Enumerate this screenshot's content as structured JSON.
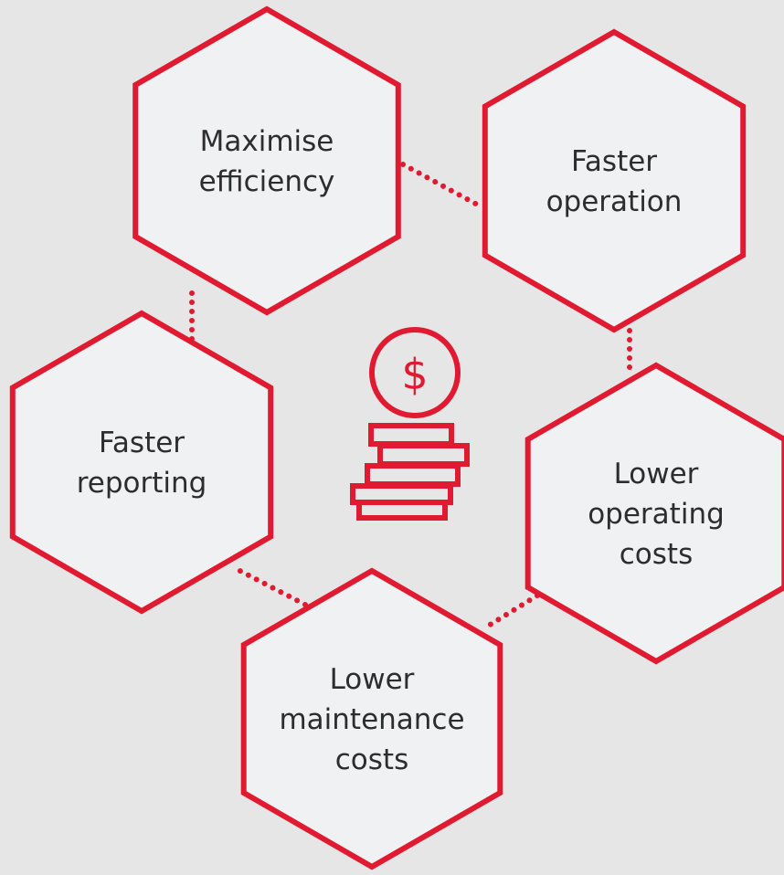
{
  "diagram": {
    "colors": {
      "background": "#e6e6e7",
      "hex_fill": "#f0f1f3",
      "accent": "#e01a30",
      "text": "#2d2d2f"
    },
    "center_icon": {
      "name": "dollar-coin-stack-icon",
      "symbol": "$"
    },
    "nodes": [
      {
        "id": "maximise-efficiency",
        "lines": [
          "Maximise",
          "efficiency"
        ]
      },
      {
        "id": "faster-operation",
        "lines": [
          "Faster",
          "operation"
        ]
      },
      {
        "id": "lower-operating-costs",
        "lines": [
          "Lower",
          "operating",
          "costs"
        ]
      },
      {
        "id": "lower-maintenance-costs",
        "lines": [
          "Lower",
          "maintenance",
          "costs"
        ]
      },
      {
        "id": "faster-reporting",
        "lines": [
          "Faster",
          "reporting"
        ]
      }
    ],
    "connectors": [
      [
        "maximise-efficiency",
        "faster-operation"
      ],
      [
        "faster-operation",
        "lower-operating-costs"
      ],
      [
        "lower-operating-costs",
        "lower-maintenance-costs"
      ],
      [
        "lower-maintenance-costs",
        "faster-reporting"
      ],
      [
        "faster-reporting",
        "maximise-efficiency"
      ]
    ]
  }
}
